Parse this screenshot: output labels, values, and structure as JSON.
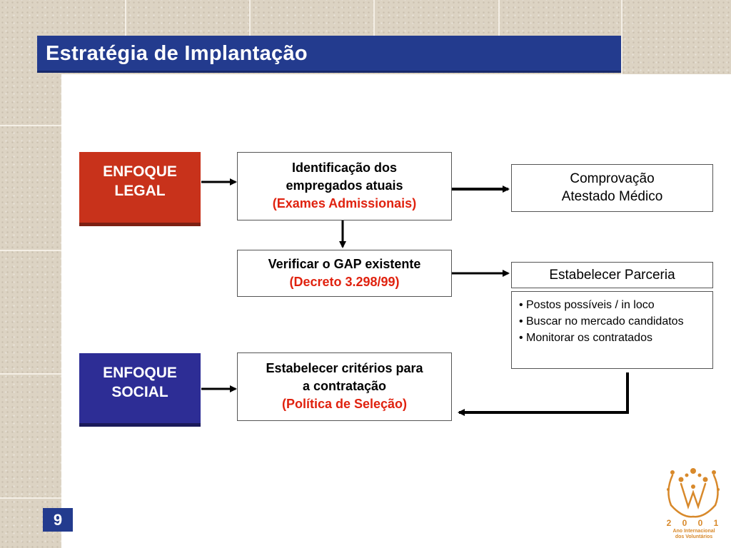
{
  "slide": {
    "title": "Estratégia de Implantação",
    "page_number": "9"
  },
  "pills": {
    "legal": [
      "ENFOQUE",
      "LEGAL"
    ],
    "social": [
      "ENFOQUE",
      "SOCIAL"
    ]
  },
  "boxes": {
    "identificacao": {
      "lines": [
        "Identificação dos",
        "empregados atuais"
      ],
      "note": "(Exames Admissionais)"
    },
    "verificar": {
      "lines": [
        "Verificar o GAP existente"
      ],
      "note": "(Decreto 3.298/99)"
    },
    "criterios": {
      "lines": [
        "Estabelecer critérios para",
        "a contratação"
      ],
      "note": "(Política de Seleção)"
    },
    "comprovacao": {
      "lines": [
        "Comprovação",
        "Atestado Médico"
      ]
    },
    "parceria": {
      "lines": [
        "Estabelecer Parceria"
      ]
    },
    "parceria_items": [
      "Postos possíveis / in loco",
      "Buscar no mercado candidatos",
      "Monitorar os contratados"
    ]
  },
  "logo": {
    "year": "2 0 0 1",
    "caption": [
      "Ano Internacional",
      "dos Voluntários"
    ]
  },
  "colors": {
    "title_bar": "#233b8e",
    "legal": "#c8321b",
    "social": "#2d2d95",
    "note_red": "#e0220f",
    "logo_orange": "#d8892b"
  }
}
